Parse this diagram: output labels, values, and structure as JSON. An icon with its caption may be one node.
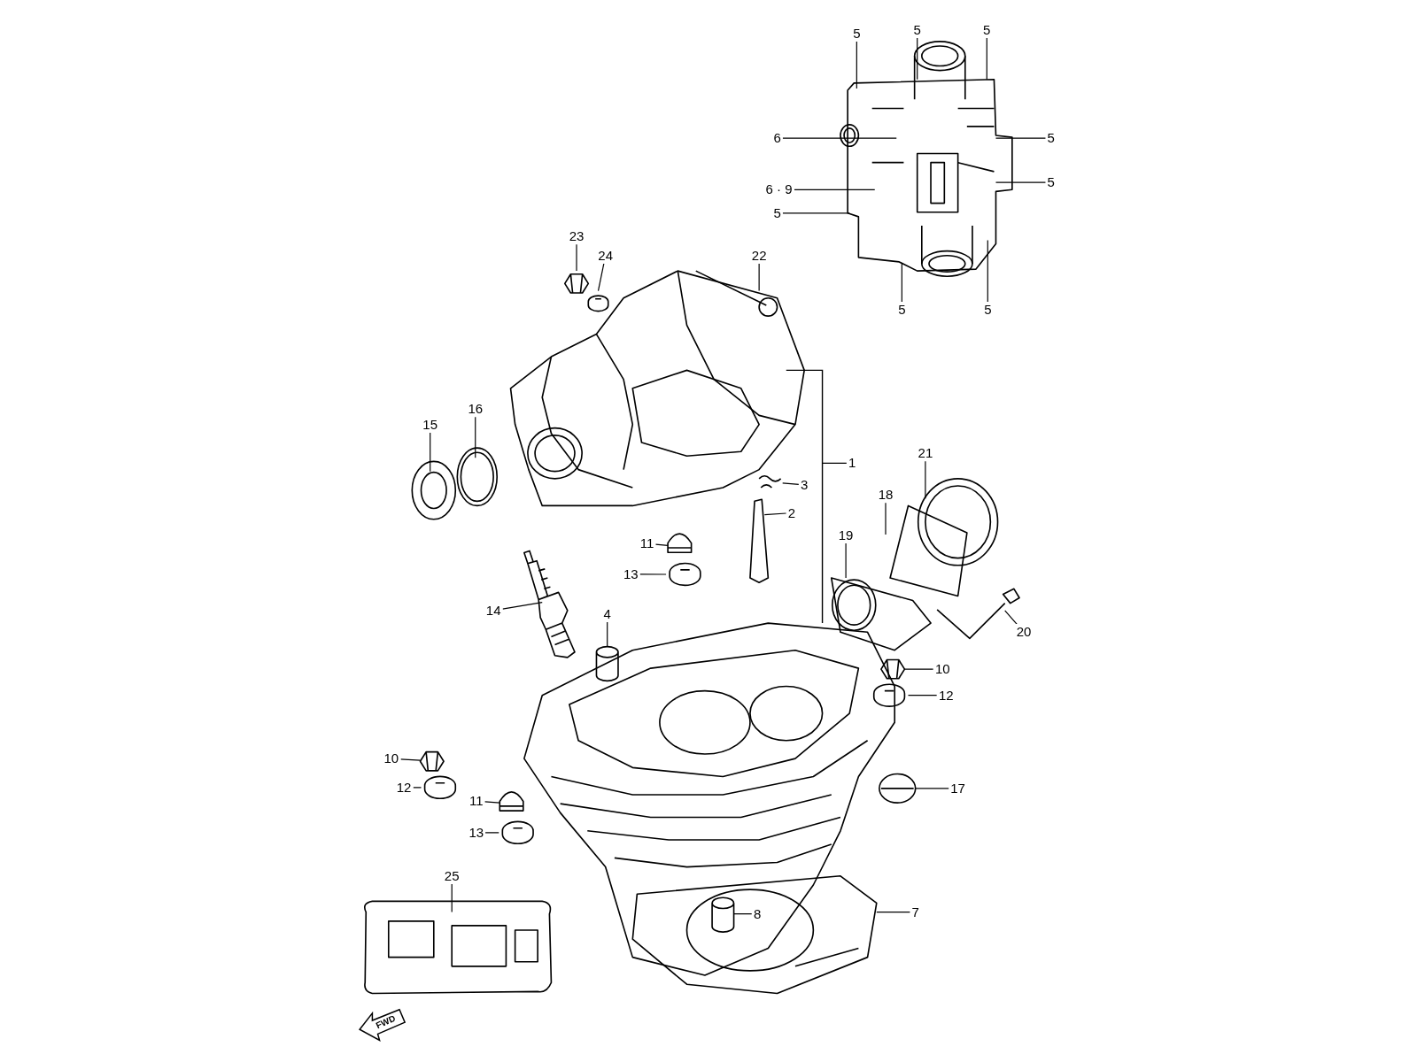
{
  "diagram": {
    "nodes": [
      {
        "text": [
          "5"
        ]
      },
      {
        "text": [
          "5"
        ]
      },
      {
        "text": [
          "5"
        ]
      },
      {
        "text": [
          "6"
        ]
      },
      {
        "text": [
          "5"
        ]
      },
      {
        "text": [
          "5"
        ]
      },
      {
        "text": [
          "6 · 9"
        ]
      },
      {
        "text": [
          "5"
        ]
      },
      {
        "text": [
          "5"
        ]
      },
      {
        "text": [
          "5"
        ]
      },
      {
        "text": [
          "23"
        ]
      },
      {
        "text": [
          "24"
        ]
      },
      {
        "text": [
          "22"
        ]
      },
      {
        "text": [
          "16"
        ]
      },
      {
        "text": [
          "15"
        ]
      },
      {
        "text": [
          "1"
        ]
      },
      {
        "text": [
          "3"
        ]
      },
      {
        "text": [
          "2"
        ]
      },
      {
        "text": [
          "21"
        ]
      },
      {
        "text": [
          "18"
        ]
      },
      {
        "text": [
          "19"
        ]
      },
      {
        "text": [
          "11"
        ]
      },
      {
        "text": [
          "13"
        ]
      },
      {
        "text": [
          "14"
        ]
      },
      {
        "text": [
          "4"
        ]
      },
      {
        "text": [
          "20"
        ]
      },
      {
        "text": [
          "10"
        ]
      },
      {
        "text": [
          "12"
        ]
      },
      {
        "text": [
          "10"
        ]
      },
      {
        "text": [
          "12"
        ]
      },
      {
        "text": [
          "17"
        ]
      },
      {
        "text": [
          "11"
        ]
      },
      {
        "text": [
          "13"
        ]
      },
      {
        "text": [
          "25"
        ]
      },
      {
        "text": [
          "8"
        ]
      },
      {
        "text": [
          "7"
        ]
      }
    ],
    "edges": [
      {
        "from": 0,
        "to": null,
        "arrow": "none"
      },
      {
        "from": 1,
        "to": null,
        "arrow": "none"
      },
      {
        "from": 2,
        "to": null,
        "arrow": "none"
      },
      {
        "from": 3,
        "to": null,
        "arrow": "none"
      },
      {
        "from": 4,
        "to": null,
        "arrow": "none"
      },
      {
        "from": 5,
        "to": null,
        "arrow": "none"
      },
      {
        "from": 6,
        "to": null,
        "arrow": "none"
      },
      {
        "from": 7,
        "to": null,
        "arrow": "none"
      },
      {
        "from": 8,
        "to": null,
        "arrow": "none"
      },
      {
        "from": 9,
        "to": null,
        "arrow": "none"
      },
      {
        "from": 10,
        "to": null,
        "arrow": "none"
      },
      {
        "from": 11,
        "to": null,
        "arrow": "none"
      },
      {
        "from": 12,
        "to": null,
        "arrow": "none"
      },
      {
        "from": 13,
        "to": null,
        "arrow": "none"
      },
      {
        "from": 14,
        "to": null,
        "arrow": "none"
      },
      {
        "from": 15,
        "to": null,
        "arrow": "none"
      },
      {
        "from": 16,
        "to": null,
        "arrow": "none"
      },
      {
        "from": 17,
        "to": null,
        "arrow": "none"
      },
      {
        "from": 18,
        "to": null,
        "arrow": "none"
      },
      {
        "from": 19,
        "to": null,
        "arrow": "none"
      },
      {
        "from": 20,
        "to": null,
        "arrow": "none"
      },
      {
        "from": 21,
        "to": null,
        "arrow": "none"
      },
      {
        "from": 22,
        "to": null,
        "arrow": "none"
      },
      {
        "from": 23,
        "to": null,
        "arrow": "none"
      },
      {
        "from": 24,
        "to": null,
        "arrow": "none"
      },
      {
        "from": 25,
        "to": null,
        "arrow": "none"
      },
      {
        "from": 26,
        "to": null,
        "arrow": "none"
      },
      {
        "from": 27,
        "to": null,
        "arrow": "none"
      },
      {
        "from": 28,
        "to": null,
        "arrow": "none"
      },
      {
        "from": 29,
        "to": null,
        "arrow": "none"
      },
      {
        "from": 30,
        "to": null,
        "arrow": "none"
      },
      {
        "from": 31,
        "to": null,
        "arrow": "none"
      },
      {
        "from": 32,
        "to": null,
        "arrow": "none"
      },
      {
        "from": 33,
        "to": null,
        "arrow": "none"
      },
      {
        "from": 34,
        "to": null,
        "arrow": "none"
      },
      {
        "from": 35,
        "to": null,
        "arrow": "none"
      }
    ],
    "labels": [
      "FWD"
    ]
  }
}
